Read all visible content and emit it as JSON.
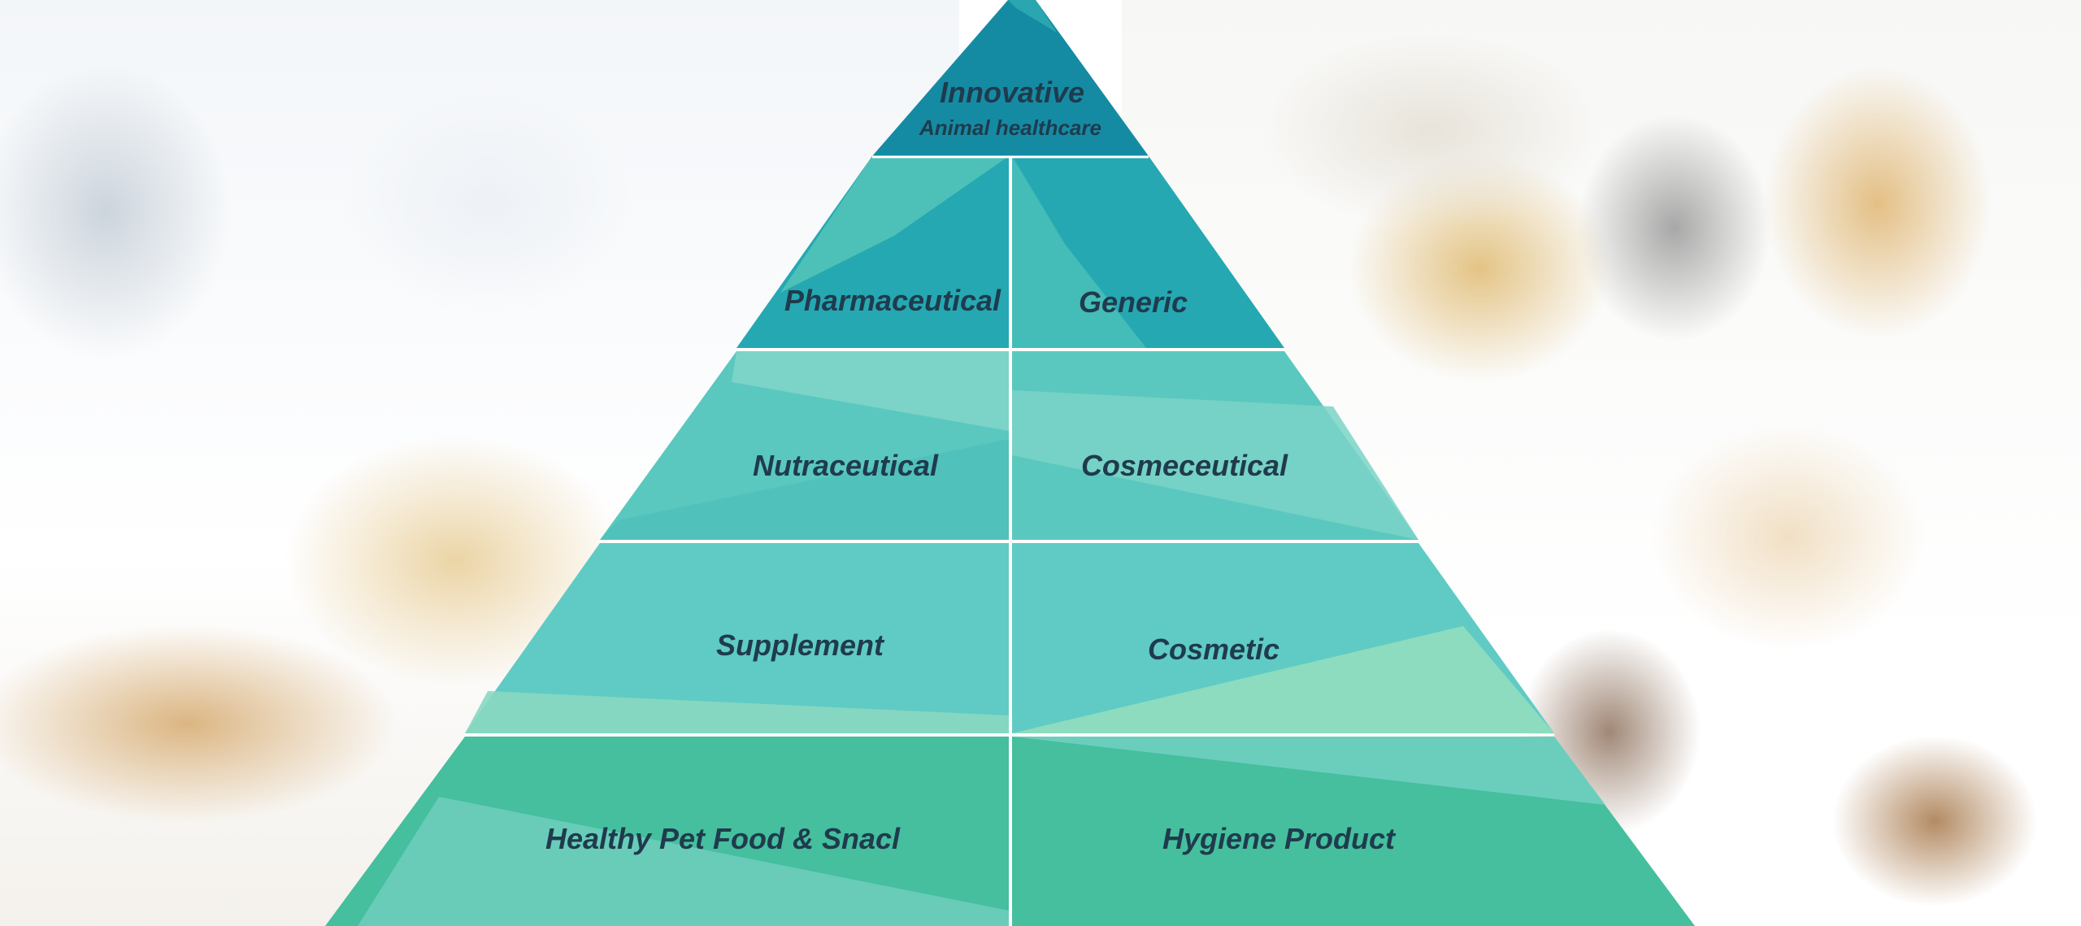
{
  "pyramid": {
    "apex": {
      "title": "Innovative",
      "subtitle": "Animal healthcare"
    },
    "tiers": [
      {
        "left": "Pharmaceutical",
        "right": "Generic"
      },
      {
        "left": "Nutraceutical",
        "right": "Cosmeceutical"
      },
      {
        "left": "Supplement",
        "right": "Cosmetic"
      },
      {
        "left": "Healthy Pet Food & Snacl",
        "right": "Hygiene Product"
      }
    ]
  },
  "colors": {
    "apex": "#158ba3",
    "tier1": "#25a8b2",
    "tier2": "#5ac8bf",
    "tier3": "#5fcbc4",
    "tier4": "#45bf9e",
    "text": "#1f3b4d",
    "divider": "#ffffff"
  },
  "images": {
    "left": [
      "microscope",
      "lab-scientist",
      "chicks",
      "pigs"
    ],
    "right": [
      "family-on-sofa",
      "golden-retriever",
      "gray-kitten",
      "dog-with-kibble",
      "veterinarian",
      "labrador",
      "brown-puppy",
      "food-bowl"
    ]
  }
}
